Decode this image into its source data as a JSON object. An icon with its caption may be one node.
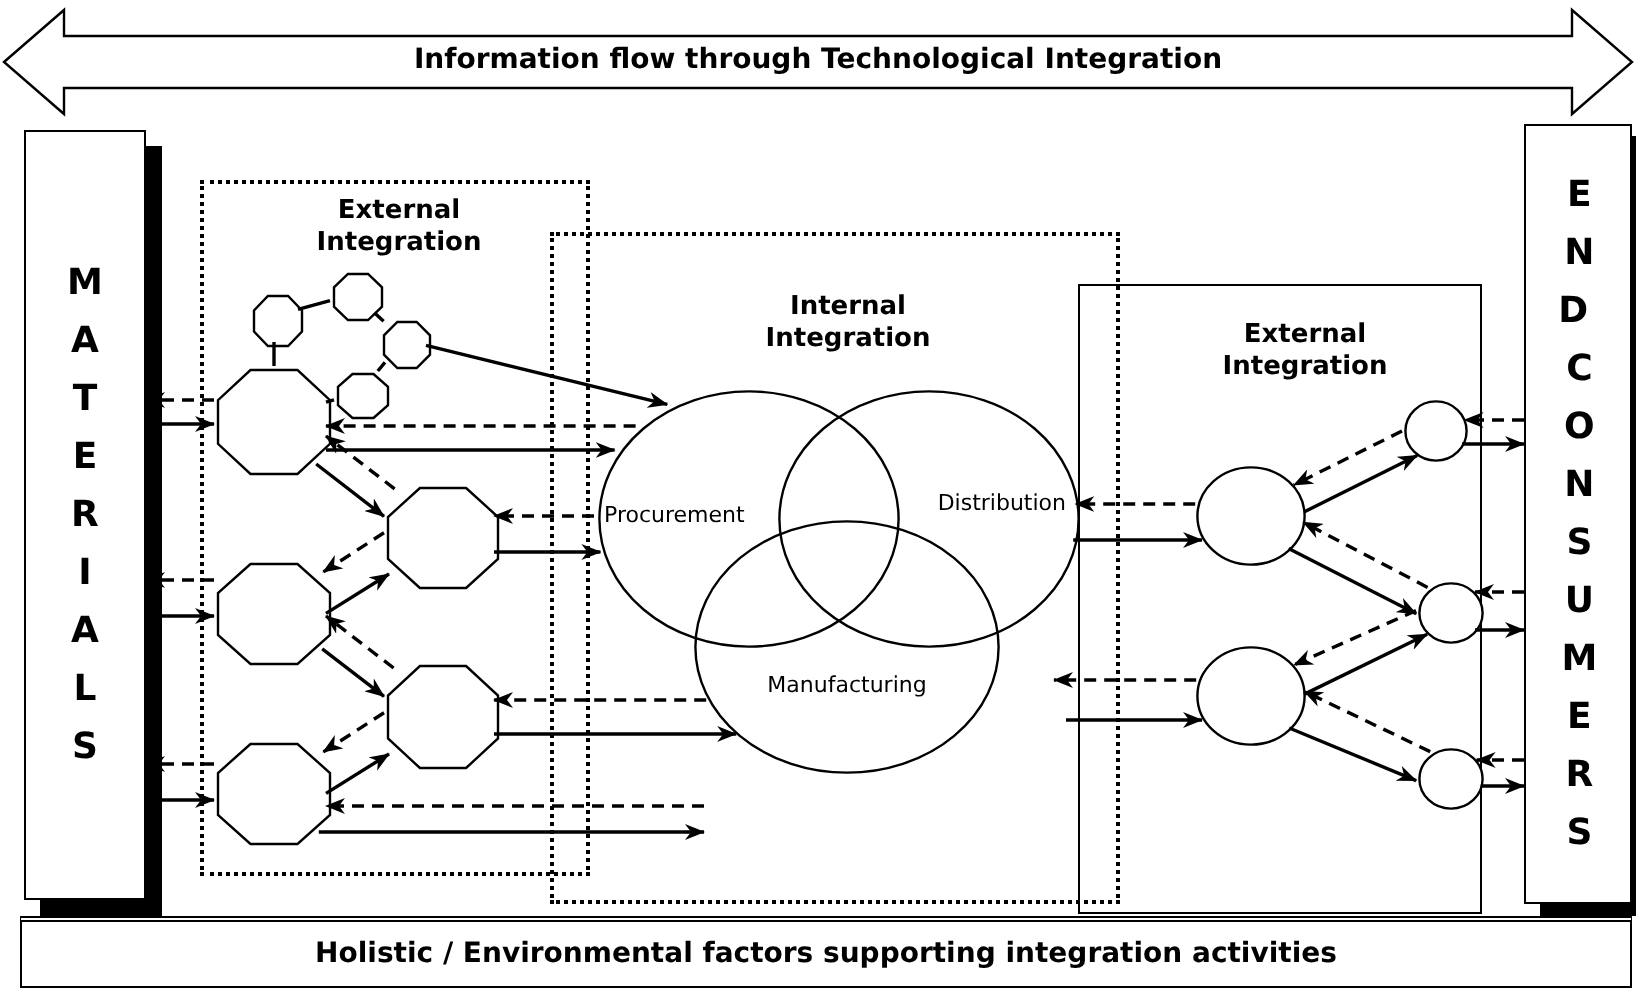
{
  "diagram": {
    "nodes": [
      {
        "text": [
          "Information flow through Technological Integration"
        ]
      },
      {
        "text": [
          "MATERIALS"
        ]
      },
      {
        "text": [
          "External Integration"
        ]
      },
      {
        "text": [],
        "shape": "octagon",
        "in": 2
      },
      {
        "text": [],
        "shape": "octagon",
        "in": 2
      },
      {
        "text": [],
        "shape": "octagon",
        "in": 2
      },
      {
        "text": [],
        "shape": "octagon",
        "in": 2
      },
      {
        "text": [],
        "shape": "octagon",
        "in": 2
      },
      {
        "text": [],
        "shape": "octagon",
        "in": 2
      },
      {
        "text": [],
        "shape": "octagon",
        "in": 2
      },
      {
        "text": [],
        "shape": "octagon",
        "in": 2
      },
      {
        "text": [],
        "shape": "octagon",
        "in": 2
      },
      {
        "text": [
          "Internal Integration"
        ]
      },
      {
        "text": [
          "Procurement"
        ],
        "in": 12
      },
      {
        "text": [
          "Distribution"
        ],
        "in": 12
      },
      {
        "text": [
          "Manufacturing"
        ],
        "in": 12
      },
      {
        "text": [
          "External Integration"
        ]
      },
      {
        "text": [],
        "shape": "circle",
        "in": 16
      },
      {
        "text": [],
        "shape": "circle",
        "in": 16
      },
      {
        "text": [],
        "shape": "circle",
        "in": 16
      },
      {
        "text": [],
        "shape": "circle",
        "in": 16
      },
      {
        "text": [],
        "shape": "circle",
        "in": 16
      },
      {
        "text": [
          "END CONSUMERS"
        ]
      },
      {
        "text": [
          "Holistic / Environmental factors supporting integration activities"
        ]
      }
    ],
    "edges": [
      {
        "from": 3,
        "to": 4,
        "arrow": "none"
      },
      {
        "from": 4,
        "to": 5,
        "arrow": "none"
      },
      {
        "from": 5,
        "to": 6,
        "arrow": "none"
      },
      {
        "from": 6,
        "to": 7,
        "arrow": "none"
      },
      {
        "from": 3,
        "to": 7,
        "arrow": "none"
      },
      {
        "from": 5,
        "to": 13,
        "arrow": "to"
      },
      {
        "from": 7,
        "to": 1,
        "arrow": "to",
        "style": "dashed"
      },
      {
        "from": 1,
        "to": 7,
        "arrow": "to"
      },
      {
        "from": 9,
        "to": 1,
        "arrow": "to",
        "style": "dashed"
      },
      {
        "from": 1,
        "to": 9,
        "arrow": "to"
      },
      {
        "from": 11,
        "to": 1,
        "arrow": "to",
        "style": "dashed"
      },
      {
        "from": 1,
        "to": 11,
        "arrow": "to"
      },
      {
        "from": 7,
        "to": 8,
        "arrow": "to"
      },
      {
        "from": 8,
        "to": 7,
        "arrow": "to",
        "style": "dashed"
      },
      {
        "from": 8,
        "to": 9,
        "arrow": "to",
        "style": "dashed"
      },
      {
        "from": 9,
        "to": 8,
        "arrow": "to"
      },
      {
        "from": 9,
        "to": 10,
        "arrow": "to"
      },
      {
        "from": 10,
        "to": 9,
        "arrow": "to",
        "style": "dashed"
      },
      {
        "from": 10,
        "to": 11,
        "arrow": "to",
        "style": "dashed"
      },
      {
        "from": 11,
        "to": 10,
        "arrow": "to"
      },
      {
        "from": 13,
        "to": 7,
        "arrow": "to",
        "style": "dashed"
      },
      {
        "from": 7,
        "to": 13,
        "arrow": "to"
      },
      {
        "from": 13,
        "to": 8,
        "arrow": "to",
        "style": "dashed"
      },
      {
        "from": 8,
        "to": 13,
        "arrow": "to"
      },
      {
        "from": 15,
        "to": 10,
        "arrow": "to",
        "style": "dashed"
      },
      {
        "from": 10,
        "to": 15,
        "arrow": "to"
      },
      {
        "from": null,
        "to": 11,
        "arrow": "to",
        "style": "dashed"
      },
      {
        "from": 11,
        "to": null,
        "arrow": "to"
      },
      {
        "from": 17,
        "to": 14,
        "arrow": "to",
        "style": "dashed"
      },
      {
        "from": 14,
        "to": 17,
        "arrow": "to"
      },
      {
        "from": 20,
        "to": null,
        "arrow": "to",
        "style": "dashed"
      },
      {
        "from": null,
        "to": 20,
        "arrow": "to"
      },
      {
        "from": 18,
        "to": 17,
        "arrow": "to",
        "style": "dashed"
      },
      {
        "from": 17,
        "to": 18,
        "arrow": "to"
      },
      {
        "from": 17,
        "to": 19,
        "arrow": "to"
      },
      {
        "from": 19,
        "to": 17,
        "arrow": "to",
        "style": "dashed"
      },
      {
        "from": 19,
        "to": 20,
        "arrow": "to",
        "style": "dashed"
      },
      {
        "from": 20,
        "to": 19,
        "arrow": "to"
      },
      {
        "from": 21,
        "to": 20,
        "arrow": "to",
        "style": "dashed"
      },
      {
        "from": 20,
        "to": 21,
        "arrow": "to"
      },
      {
        "from": 22,
        "to": 18,
        "arrow": "to",
        "style": "dashed"
      },
      {
        "from": 18,
        "to": 22,
        "arrow": "to"
      },
      {
        "from": 22,
        "to": 19,
        "arrow": "to",
        "style": "dashed"
      },
      {
        "from": 19,
        "to": 22,
        "arrow": "to"
      },
      {
        "from": 22,
        "to": 21,
        "arrow": "to",
        "style": "dashed"
      },
      {
        "from": 21,
        "to": 22,
        "arrow": "to"
      }
    ]
  }
}
